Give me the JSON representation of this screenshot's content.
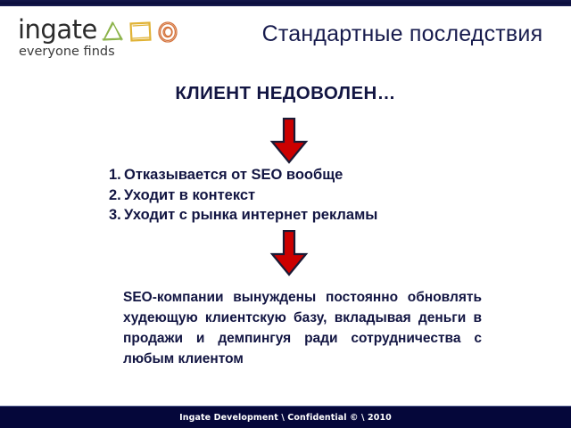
{
  "slide": {
    "title": "Стандартные последствия",
    "heading": "КЛИЕНТ НЕДОВОЛЕН…",
    "list": [
      {
        "number": "1.",
        "text": "Отказывается от SEO вообще"
      },
      {
        "number": "2.",
        "text": "Уходит в контекст"
      },
      {
        "number": "3.",
        "text": "Уходит с рынка интернет рекламы"
      }
    ],
    "paragraph": "SEO-компании вынуждены постоянно обновлять худеющую клиентскую базу, вкладывая деньги в продажи и демпингуя ради сотрудничества с любым клиентом"
  },
  "logo": {
    "wordmark": "ingate",
    "tagline": "everyone finds",
    "marks": [
      {
        "name": "triangle",
        "color": "#8cb34a"
      },
      {
        "name": "square",
        "color": "#e0b234"
      },
      {
        "name": "circle",
        "color": "#d4733c"
      }
    ]
  },
  "arrows": [
    {
      "name": "down-arrow-one",
      "color": "#cc0000",
      "outline": "#1a1a35"
    },
    {
      "name": "down-arrow-two",
      "color": "#cc0000",
      "outline": "#1a1a35"
    }
  ],
  "footer": {
    "text": "Ingate Development \\ Confidential © \\ 2010",
    "background": "#05073a"
  },
  "colors": {
    "navy": "#121542",
    "title_navy": "#171b4d",
    "red": "#cc0000",
    "background": "#ffffff"
  }
}
